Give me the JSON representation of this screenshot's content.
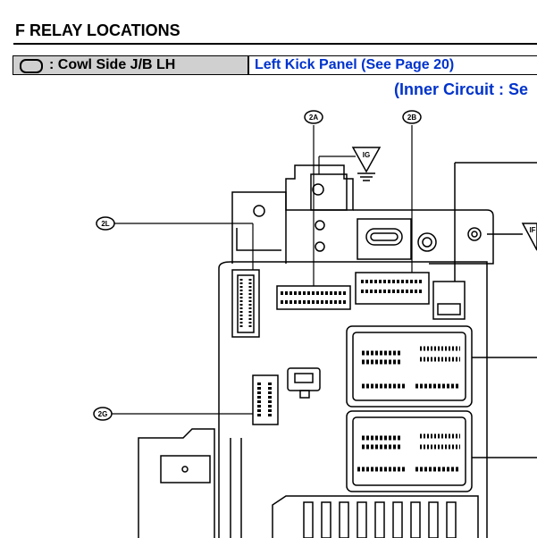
{
  "section_title": "F  RELAY LOCATIONS",
  "location_row": {
    "symbol_icon": "rounded-rectangle-symbol",
    "location_label": ": Cowl Side J/B LH",
    "position_label": "Left Kick Panel (See Page 20)"
  },
  "inner_circuit_label": "(Inner Circuit : Se",
  "connectors": {
    "c2a": "2A",
    "c2b": "2B",
    "c2l": "2L",
    "c2g": "2G"
  },
  "ground_labels": {
    "ground_1": "IG",
    "ground_2": "IF"
  },
  "colors": {
    "text": "#000000",
    "link": "#0033cc",
    "shade": "#d0d0d0"
  }
}
